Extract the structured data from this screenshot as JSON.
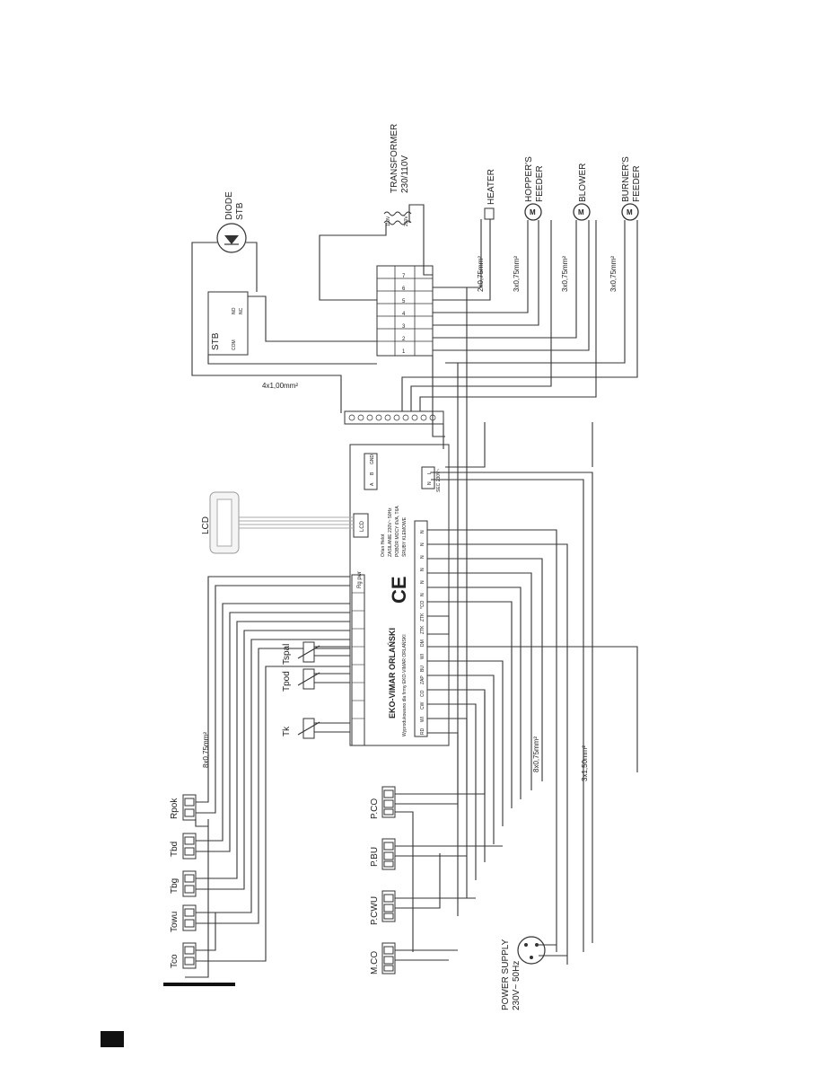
{
  "components": {
    "transformer": {
      "title": "TRANSFORMER",
      "rating": "230/110V",
      "v_sec": "110V",
      "v_pri": "230V"
    },
    "diode": {
      "title": "DIODE",
      "sub": "STB"
    },
    "stb": {
      "title": "STB",
      "no": "NO",
      "nc": "NC",
      "com": "COM"
    },
    "heater": "HEATER",
    "hopper_feeder": [
      "HOPPER'S",
      "FEEDER"
    ],
    "blower": "BLOWER",
    "burner_feeder": [
      "BURNER'S",
      "FEEDER"
    ],
    "lcd": "LCD",
    "power_supply": [
      "POWER SUPPLY",
      "230V~ 50Hz"
    ],
    "motor_symbol": "M"
  },
  "sensors": [
    "Rpok",
    "Tbd",
    "Tbg",
    "Towu",
    "Tco"
  ],
  "pumps": [
    "P.CO",
    "P.BU",
    "P.CWU",
    "M.CO"
  ],
  "thermistors": [
    "Tk",
    "Tpod",
    "Tspal"
  ],
  "cables": {
    "c1": "8x0,75mm²",
    "c2": "4x1,00mm²",
    "c3": "2x0,75mm²",
    "c4": "3x0,75mm²",
    "c5": "3x0,75mm²",
    "c6": "3x0,75mm²",
    "c7": "8x0,75mm²",
    "c8": "3x1,50mm²"
  },
  "controller": {
    "brand": "EKO-VIMAR ORLAŃSKI",
    "made": "Wyprodukowano dla firmy EKO-VIMAR ORLAŃSKI",
    "ce": "CE",
    "model": "Orlan Helot",
    "spec1": "ZASILANIE 230V~ 50Hz",
    "spec2": "POBÓR MOCY 6VA, T6A",
    "spec3": "ŚRUBY KLEMOWE",
    "lcd_port": "LCD",
    "rs": [
      "A",
      "B",
      "GND"
    ],
    "sec": "SEC 230V~",
    "nl": [
      "N",
      "L"
    ],
    "bottom_terms": [
      "RD",
      "WI",
      "CW",
      "CO",
      "ZAP",
      "BU",
      "WI",
      "DM",
      "ZTK",
      "ZTK",
      "*CO"
    ],
    "n_terms": [
      "N",
      "N",
      "N",
      "N",
      "N",
      "N"
    ],
    "pwr": "Rg pwr"
  },
  "terminal_block": {
    "nums": [
      "1",
      "2",
      "3",
      "4",
      "5",
      "6",
      "7"
    ]
  }
}
